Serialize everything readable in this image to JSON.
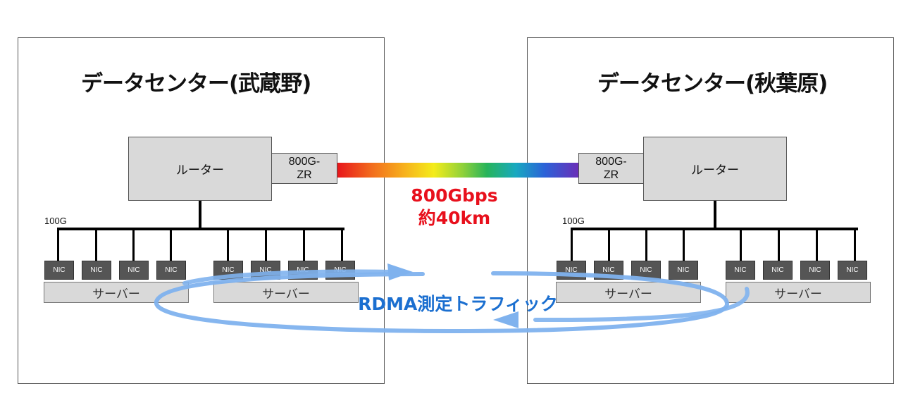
{
  "datacenters": {
    "left": {
      "title": "データセンター(武蔵野)",
      "router_label": "ルーター",
      "transceiver_label_1": "800G-",
      "transceiver_label_2": "ZR",
      "link_label": "100G",
      "servers": [
        {
          "label": "サーバー",
          "nics": [
            "NIC",
            "NIC",
            "NIC",
            "NIC"
          ]
        },
        {
          "label": "サーバー",
          "nics": [
            "NIC",
            "NIC",
            "NIC",
            "NIC"
          ]
        }
      ]
    },
    "right": {
      "title": "データセンター(秋葉原)",
      "router_label": "ルーター",
      "transceiver_label_1": "800G-",
      "transceiver_label_2": "ZR",
      "link_label": "100G",
      "servers": [
        {
          "label": "サーバー",
          "nics": [
            "NIC",
            "NIC",
            "NIC",
            "NIC"
          ]
        },
        {
          "label": "サーバー",
          "nics": [
            "NIC",
            "NIC",
            "NIC",
            "NIC"
          ]
        }
      ]
    }
  },
  "link": {
    "bandwidth": "800Gbps",
    "distance": "約40km"
  },
  "traffic_label": "RDMA測定トラフィック",
  "colors": {
    "bandwidth_text": "#e8101c",
    "traffic_text": "#1b6fd0",
    "traffic_loop": "#7fb2ee",
    "nic_fill": "#555555",
    "box_fill": "#d9d9d9"
  }
}
